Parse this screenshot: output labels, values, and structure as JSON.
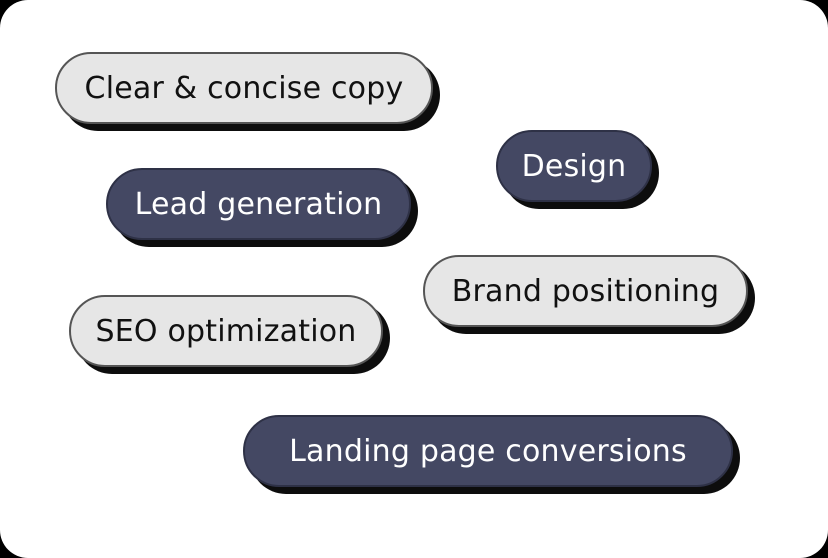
{
  "tags": [
    {
      "label": "Clear & concise copy",
      "style": "light"
    },
    {
      "label": "Design",
      "style": "dark"
    },
    {
      "label": "Lead generation",
      "style": "dark"
    },
    {
      "label": "Brand positioning",
      "style": "light"
    },
    {
      "label": "SEO optimization",
      "style": "light"
    },
    {
      "label": "Landing page conversions",
      "style": "dark"
    }
  ],
  "colors": {
    "light_pill": "#e6e6e6",
    "dark_pill": "#444863",
    "shadow": "#0d0d0d",
    "card": "#ffffff"
  }
}
